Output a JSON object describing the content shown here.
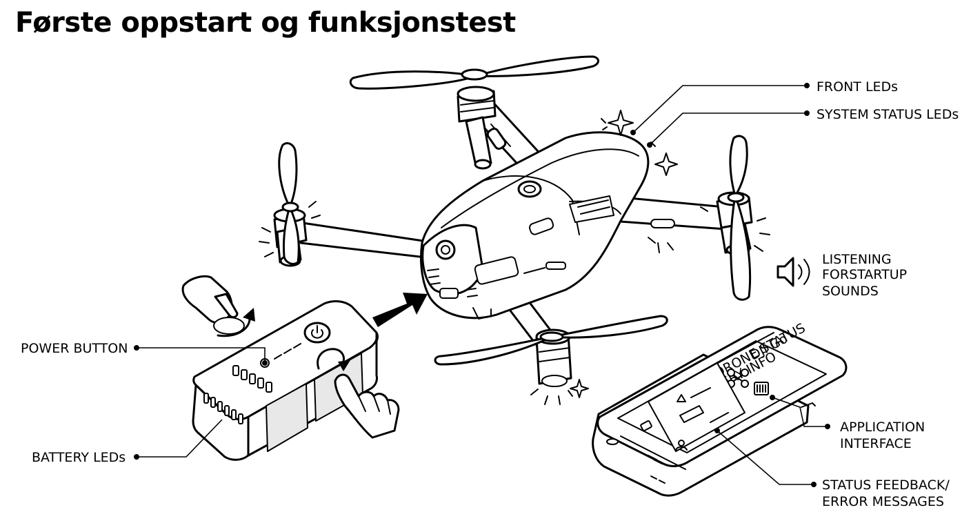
{
  "title": "Første oppstart og funksjonstest",
  "callouts": {
    "front_leds": "FRONT LEDs",
    "system_status_leds": "SYSTEM STATUS LEDs",
    "listening_line1": "LISTENING",
    "listening_line2": "FORSTARTUP",
    "listening_line3": "SOUNDS",
    "power_button": "POWER BUTTON",
    "battery_leds": "BATTERY LEDs",
    "application_line1": "APPLICATION",
    "application_line2": "INTERFACE",
    "status_line1": "STATUS FEEDBACK/",
    "status_line2": "ERROR MESSAGES"
  },
  "phone_screen": {
    "app_name": "DJI Go",
    "drone_status": "DRONE STATUS",
    "battery_info": "BATTERY INFO"
  },
  "icons": [
    "sparkle-icon",
    "speaker-icon",
    "arrow-right-icon",
    "rotate-icon",
    "hand-icon",
    "power-icon",
    "warning-icon",
    "user-icon",
    "drone-icon",
    "battery-icon"
  ]
}
